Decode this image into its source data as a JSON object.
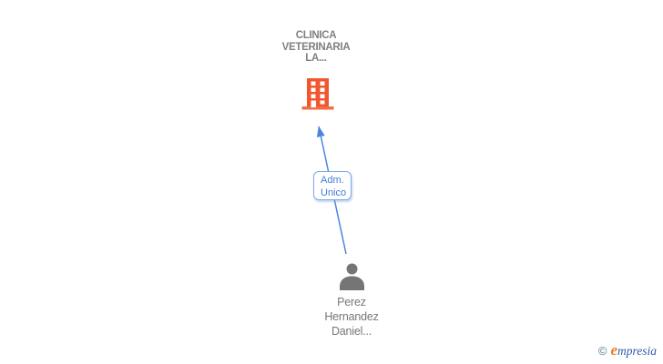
{
  "page": {
    "background_color": "#FFFFFF"
  },
  "diagram": {
    "nodes": [
      {
        "id": "company",
        "type": "company",
        "icon": "building-icon",
        "icon_color": "#F1562F",
        "label_lines": [
          "CLINICA",
          "VETERINARIA",
          "LA..."
        ],
        "label_color": "#808080"
      },
      {
        "id": "person",
        "type": "person",
        "icon": "person-icon",
        "icon_color": "#757575",
        "label_lines": [
          "Perez",
          "Hernandez",
          "Daniel..."
        ],
        "label_color": "#777777"
      }
    ],
    "edges": [
      {
        "from": "person",
        "to": "company",
        "label_lines": [
          "Adm.",
          "Unico"
        ],
        "line_color": "#4C86E0",
        "label_text_color": "#3F7ED6",
        "label_border_color": "#7FA8E8"
      }
    ]
  },
  "footer": {
    "copyright_symbol": "©",
    "brand_initial": "e",
    "brand_rest": "mpresia",
    "copyright_color": "#4A7A96",
    "brand_initial_color": "#E87E22",
    "brand_rest_color": "#2B5CA8"
  }
}
